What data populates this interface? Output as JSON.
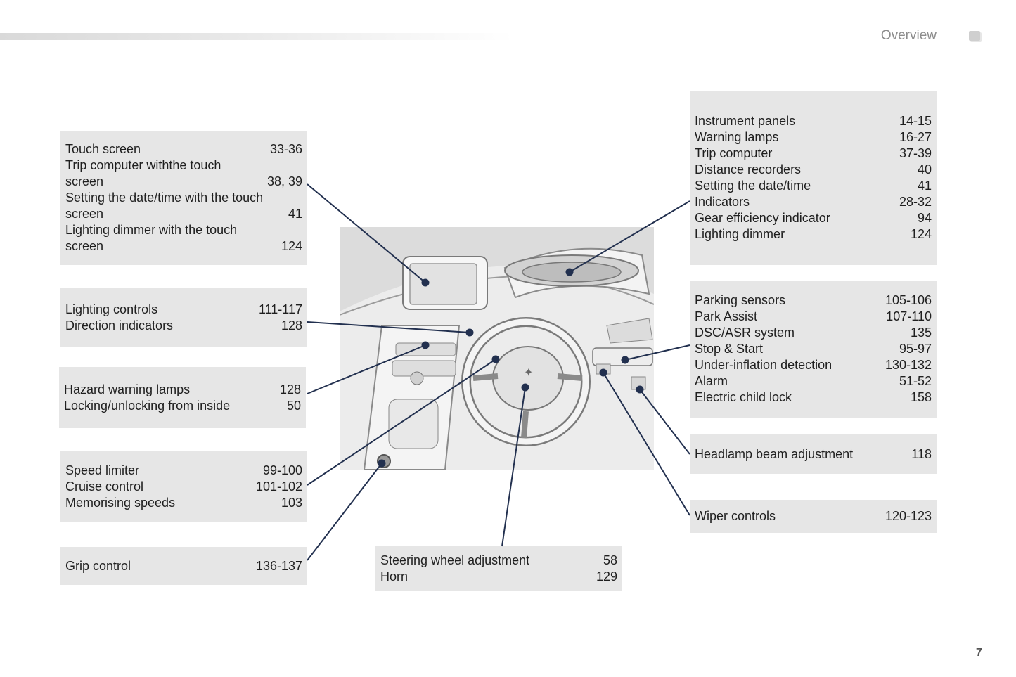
{
  "header": {
    "title": "Overview",
    "page_number": "7"
  },
  "boxes": {
    "touch_screen": [
      {
        "t": "Touch screen",
        "p": "33-36"
      },
      {
        "t": "Trip computer withthe touch\n   screen",
        "p": "38, 39"
      },
      {
        "t": "Setting the date/time with the touch\n   screen",
        "p": "41"
      },
      {
        "t": "Lighting dimmer with the touch\n   screen",
        "p": "124"
      }
    ],
    "lighting": [
      {
        "t": "Lighting controls",
        "p": "111-117"
      },
      {
        "t": "Direction indicators",
        "p": "128"
      }
    ],
    "hazard": [
      {
        "t": "Hazard warning lamps",
        "p": "128"
      },
      {
        "t": "Locking/unlocking from inside",
        "p": "50"
      }
    ],
    "speed": [
      {
        "t": "Speed limiter",
        "p": "99-100"
      },
      {
        "t": "Cruise control",
        "p": "101-102"
      },
      {
        "t": "Memorising speeds",
        "p": "103"
      }
    ],
    "grip": [
      {
        "t": "Grip control",
        "p": "136-137"
      }
    ],
    "steering": [
      {
        "t": "Steering wheel adjustment",
        "p": "58"
      },
      {
        "t": "Horn",
        "p": "129"
      }
    ],
    "instrument": [
      {
        "t": "Instrument panels",
        "p": "14-15"
      },
      {
        "t": "Warning lamps",
        "p": "16-27"
      },
      {
        "t": "Trip computer",
        "p": "37-39"
      },
      {
        "t": "Distance recorders",
        "p": "40"
      },
      {
        "t": "Setting the date/time",
        "p": "41"
      },
      {
        "t": "Indicators",
        "p": "28-32"
      },
      {
        "t": "Gear efficiency indicator",
        "p": "94"
      },
      {
        "t": "Lighting dimmer",
        "p": "124"
      }
    ],
    "parking": [
      {
        "t": "Parking sensors",
        "p": "105-106"
      },
      {
        "t": "Park Assist",
        "p": "107-110"
      },
      {
        "t": "DSC/ASR system",
        "p": "135"
      },
      {
        "t": "Stop & Start",
        "p": "95-97"
      },
      {
        "t": "Under-inflation detection",
        "p": "130-132"
      },
      {
        "t": "Alarm",
        "p": "51-52"
      },
      {
        "t": "Electric child lock",
        "p": "158"
      }
    ],
    "headlamp": [
      {
        "t": "Headlamp beam adjustment",
        "p": "118"
      }
    ],
    "wiper": [
      {
        "t": "Wiper controls",
        "p": "120-123"
      }
    ]
  },
  "colors": {
    "leader_line": "#22304f",
    "box_bg": "#e6e6e6"
  }
}
